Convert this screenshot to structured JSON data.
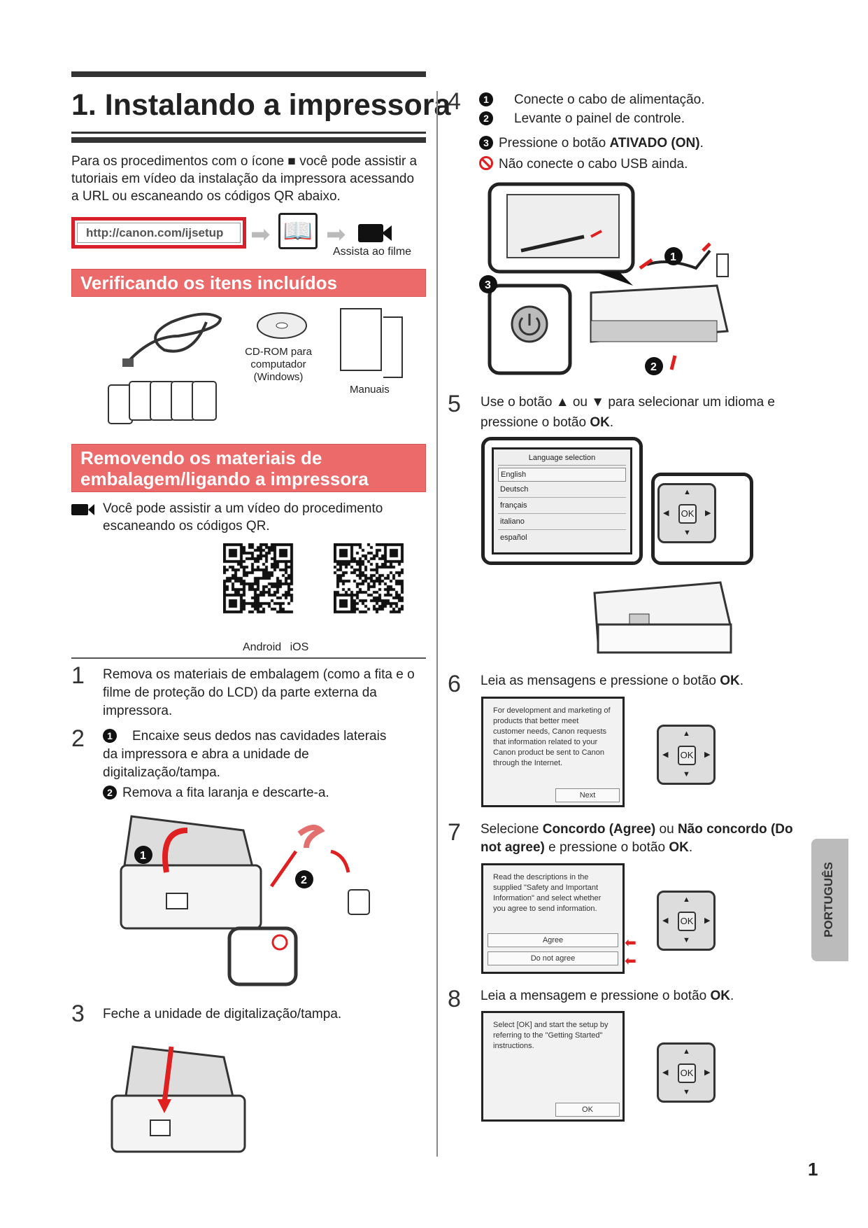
{
  "title": "1. Instalando a impressora",
  "intro": "Para os procedimentos com o ícone ■ você pode assistir a tutoriais em vídeo da instalação da impressora acessando a URL ou escaneando os códigos QR abaixo.",
  "url": "http://canon.com/ijsetup",
  "watch_label": "Assista ao filme",
  "section1": "Verificando os itens incluídos",
  "items": {
    "cdrom": "CD-ROM para computador (Windows)",
    "manuals": "Manuais"
  },
  "section2": "Removendo os materiais de embalagem/ligando a impressora",
  "video_note": "Você pode assistir a um vídeo do procedimento escaneando os códigos QR.",
  "qr_labels": "Android iOS",
  "steps": {
    "s1": {
      "num": "1",
      "text": "Remova os materiais de embalagem (como a fita e o filme de proteção do LCD) da parte externa da impressora."
    },
    "s2": {
      "num": "2",
      "a": "Encaixe seus dedos nas cavidades laterais da impressora e abra a unidade de digitalização/tampa.",
      "b": "Remova a fita laranja e descarte-a."
    },
    "s3": {
      "num": "3",
      "text": "Feche a unidade de digitalização/tampa."
    },
    "s4": {
      "num": "4",
      "a": "Conecte o cabo de alimentação.",
      "b": "Levante o painel de controle.",
      "c_pre": "Pressione o botão ",
      "c_bold": "ATIVADO (ON)",
      "c_post": ".",
      "d": "Não conecte o cabo USB ainda."
    },
    "s5": {
      "num": "5",
      "pre": "Use o botão ▲ ou ▼ para selecionar um idioma e pressione o botão ",
      "bold": "OK",
      "post": "."
    },
    "s6": {
      "num": "6",
      "pre": "Leia as mensagens e pressione o botão ",
      "bold": "OK",
      "post": "."
    },
    "s7": {
      "num": "7",
      "pre": "Selecione ",
      "b1": "Concordo (Agree)",
      "mid": " ou ",
      "b2": "Não concordo (Do not agree)",
      "mid2": " e pressione o botão ",
      "b3": "OK",
      "post": "."
    },
    "s8": {
      "num": "8",
      "pre": "Leia a mensagem e pressione o botão ",
      "bold": "OK",
      "post": "."
    }
  },
  "lang_screen": {
    "title": "Language selection",
    "options": [
      "English",
      "Deutsch",
      "français",
      "italiano",
      "español"
    ]
  },
  "screen6": {
    "text": "For development and marketing of products that better meet customer needs, Canon requests that information related to your Canon product be sent to Canon through the Internet.",
    "button": "Next"
  },
  "screen7": {
    "text": "Read the descriptions in the supplied \"Safety and Important Information\" and select whether you agree to send information.",
    "agree": "Agree",
    "disagree": "Do not agree"
  },
  "screen8": {
    "text": "Select [OK] and start the setup by referring to the \"Getting Started\" instructions.",
    "button": "OK"
  },
  "pad_ok": "OK",
  "side_tab": "PORTUGUÊS",
  "page_number": "1",
  "colors": {
    "accent": "#ec6a6a",
    "url_border": "#d7202a"
  }
}
